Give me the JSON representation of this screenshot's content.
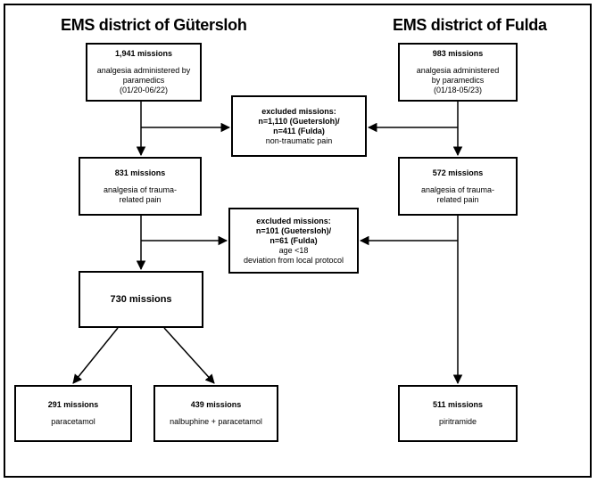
{
  "headings": {
    "left": "EMS district of Gütersloh",
    "right": "EMS district of Fulda"
  },
  "boxes": {
    "gt_start": {
      "count": "1,941 missions",
      "lines": [
        "analgesia administered by",
        "paramedics",
        "(01/20-06/22)"
      ]
    },
    "fd_start": {
      "count": "983 missions",
      "lines": [
        "analgesia administered",
        "by paramedics",
        "(01/18-05/23)"
      ]
    },
    "excl1": {
      "title": "excluded missions:",
      "lines_bold": [
        "n=1,110 (Guetersloh)/",
        "n=411 (Fulda)"
      ],
      "lines": [
        "non-traumatic pain"
      ]
    },
    "gt_trauma": {
      "count": "831 missions",
      "lines": [
        "analgesia of trauma-",
        "related pain"
      ]
    },
    "fd_trauma": {
      "count": "572 missions",
      "lines": [
        "analgesia of trauma-",
        "related  pain"
      ]
    },
    "excl2": {
      "title": "excluded missions:",
      "lines_bold": [
        "n=101 (Guetersloh)/",
        "n=61 (Fulda)"
      ],
      "lines": [
        "age <18",
        "deviation from local protocol"
      ]
    },
    "gt_730": {
      "count": "730 missions"
    },
    "paracetamol": {
      "count": "291 missions",
      "label": "paracetamol"
    },
    "nalbuphine": {
      "count": "439 missions",
      "label": "nalbuphine + paracetamol"
    },
    "piritramide": {
      "count": "511 missions",
      "label": "piritramide"
    }
  }
}
